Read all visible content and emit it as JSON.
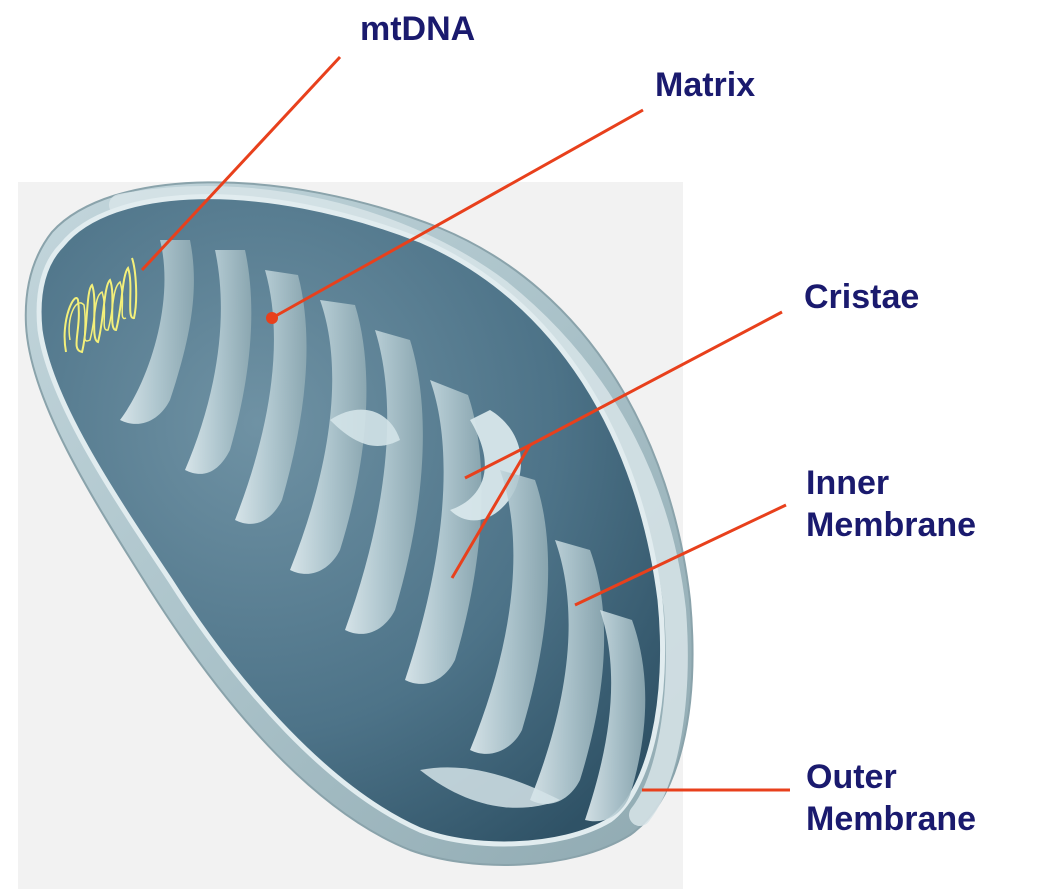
{
  "colors": {
    "label_text": "#1a1a6e",
    "leader_line": "#e8401c",
    "photo_background": "#f2f2f2",
    "membrane_outer": "#a9c1c8",
    "membrane_light": "#d9e6ea",
    "matrix_dark": "#3e6478",
    "matrix_mid": "#5a7f92",
    "crista_fold": "#c6d9df",
    "mtdna_coil": "#f4f07a"
  },
  "labels": {
    "mtdna": "mtDNA",
    "matrix": "Matrix",
    "cristae": "Cristae",
    "inner_membrane": [
      "Inner",
      "Membrane"
    ],
    "outer_membrane": [
      "Outer",
      "Membrane"
    ]
  }
}
